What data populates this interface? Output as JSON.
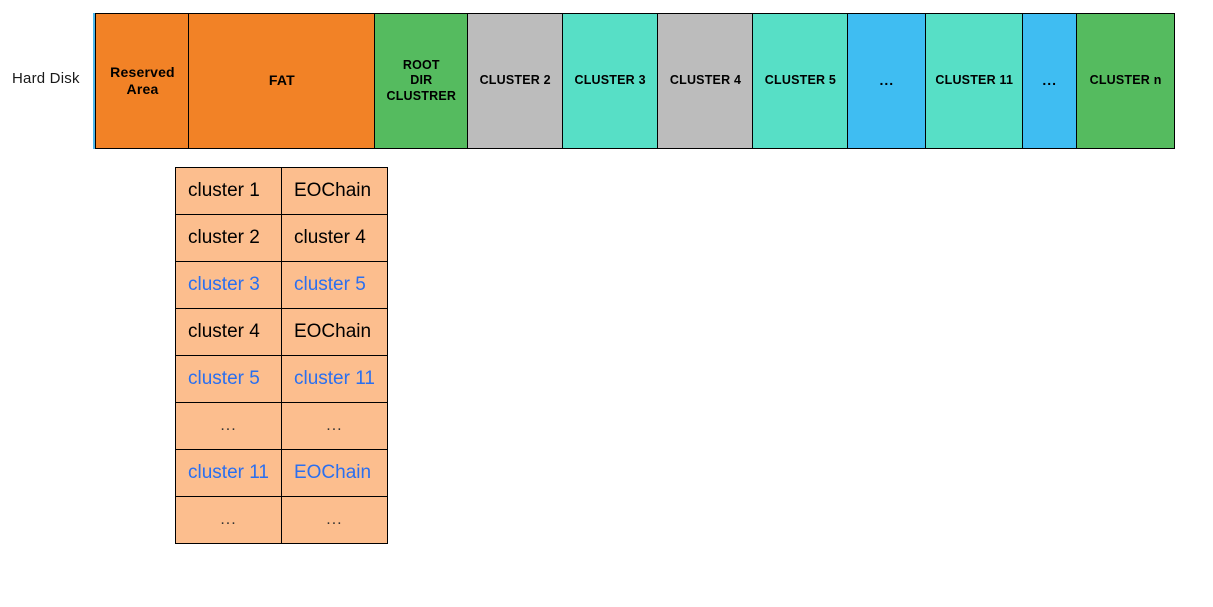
{
  "diagram": {
    "hard_disk_label": "Hard Disk",
    "colors": {
      "orange": "#F28226",
      "green": "#55BB5F",
      "gray": "#BCBCBC",
      "teal": "#57DFC6",
      "blue": "#3FBDF2",
      "table_fill": "#FCBE8E",
      "chain_text": "#2A6FF0",
      "border": "#000000",
      "left_accent": "#4DB8EC"
    },
    "disk_segments": [
      {
        "label": "Reserved\nArea",
        "color": "#F28226",
        "width": 95,
        "emphasis": "large"
      },
      {
        "label": "FAT",
        "color": "#F28226",
        "width": 187,
        "emphasis": "large"
      },
      {
        "label": "ROOT\nDIR\nCLUSTRER",
        "color": "#55BB5F",
        "width": 95,
        "emphasis": "small"
      },
      {
        "label": "CLUSTER 2",
        "color": "#BCBCBC",
        "width": 96,
        "emphasis": "small"
      },
      {
        "label": "CLUSTER 3",
        "color": "#57DFC6",
        "width": 97,
        "emphasis": "small"
      },
      {
        "label": "CLUSTER 4",
        "color": "#BCBCBC",
        "width": 97,
        "emphasis": "small"
      },
      {
        "label": "CLUSTER 5",
        "color": "#57DFC6",
        "width": 96,
        "emphasis": "small"
      },
      {
        "label": "...",
        "color": "#3FBDF2",
        "width": 80,
        "emphasis": "dots"
      },
      {
        "label": "CLUSTER 11",
        "color": "#57DFC6",
        "width": 98,
        "emphasis": "small"
      },
      {
        "label": "...",
        "color": "#3FBDF2",
        "width": 56,
        "emphasis": "dots"
      },
      {
        "label": "CLUSTER n",
        "color": "#55BB5F",
        "width": 99,
        "emphasis": "small"
      }
    ],
    "fat_table": {
      "rows": [
        {
          "cluster": "cluster 1",
          "next": "EOChain",
          "chain": false
        },
        {
          "cluster": "cluster 2",
          "next": "cluster 4",
          "chain": false
        },
        {
          "cluster": "cluster 3",
          "next": "cluster 5",
          "chain": true
        },
        {
          "cluster": "cluster 4",
          "next": "EOChain",
          "chain": false
        },
        {
          "cluster": "cluster 5",
          "next": "cluster 11",
          "chain": true
        },
        {
          "cluster": "...",
          "next": "...",
          "chain": false,
          "dots": true
        },
        {
          "cluster": "cluster 11",
          "next": "EOChain",
          "chain": true
        },
        {
          "cluster": "...",
          "next": "...",
          "chain": false,
          "dots": true
        }
      ]
    }
  }
}
